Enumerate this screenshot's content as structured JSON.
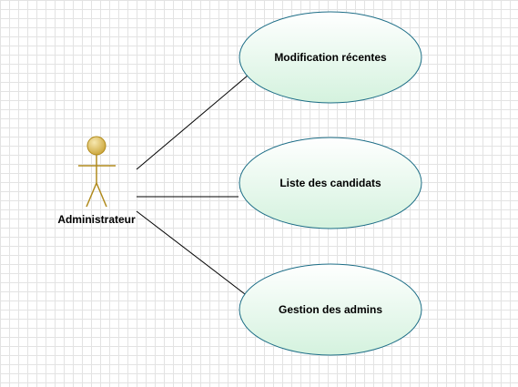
{
  "diagram": {
    "colors": {
      "usecase_fill_top": "#ffffff",
      "usecase_fill_bottom": "#d4f2de",
      "usecase_stroke": "#1c6d86",
      "actor_body": "#b08a1c",
      "actor_head": "#c9a233",
      "link": "#000000"
    },
    "actor": {
      "name": "Administrateur",
      "icon": "stick-figure-icon"
    },
    "use_cases": [
      {
        "label": "Modification récentes"
      },
      {
        "label": "Liste des candidats"
      },
      {
        "label": "Gestion des admins"
      }
    ]
  }
}
